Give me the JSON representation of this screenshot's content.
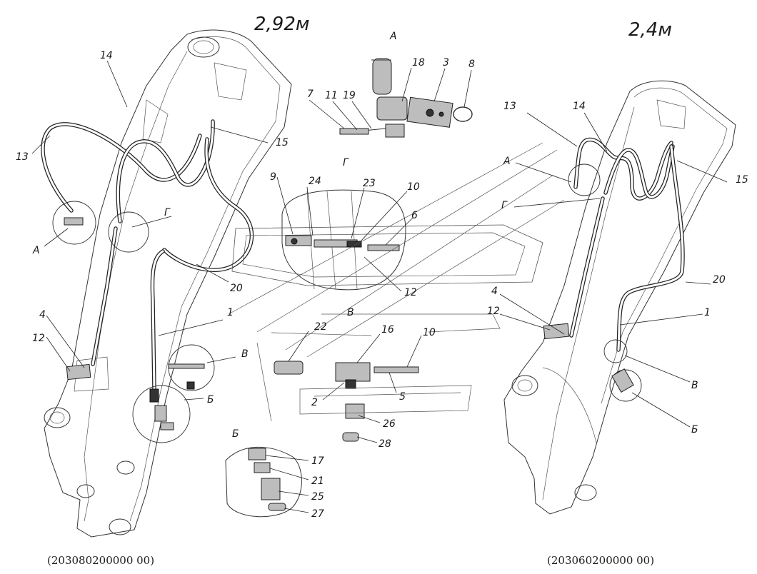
{
  "titles": {
    "left": "2,92м",
    "right": "2,4м"
  },
  "codes": {
    "left": "(203080200000 00)",
    "right": "(203060200000 00)"
  },
  "callouts": [
    {
      "id": "l14",
      "text": "14"
    },
    {
      "id": "l13",
      "text": "13"
    },
    {
      "id": "l15",
      "text": "15"
    },
    {
      "id": "lG",
      "text": "Г"
    },
    {
      "id": "lA",
      "text": "А"
    },
    {
      "id": "l20",
      "text": "20"
    },
    {
      "id": "l1",
      "text": "1"
    },
    {
      "id": "l4",
      "text": "4"
    },
    {
      "id": "l12",
      "text": "12"
    },
    {
      "id": "lV",
      "text": "В"
    },
    {
      "id": "lB",
      "text": "Б"
    },
    {
      "id": "dA",
      "text": "А"
    },
    {
      "id": "d18",
      "text": "18"
    },
    {
      "id": "d3",
      "text": "3"
    },
    {
      "id": "d8",
      "text": "8"
    },
    {
      "id": "d7",
      "text": "7"
    },
    {
      "id": "d11",
      "text": "11"
    },
    {
      "id": "d19",
      "text": "19"
    },
    {
      "id": "dG",
      "text": "Г"
    },
    {
      "id": "d9",
      "text": "9"
    },
    {
      "id": "d24",
      "text": "24"
    },
    {
      "id": "d23",
      "text": "23"
    },
    {
      "id": "d10a",
      "text": "10"
    },
    {
      "id": "d6",
      "text": "6"
    },
    {
      "id": "d12",
      "text": "12"
    },
    {
      "id": "dVt",
      "text": "В"
    },
    {
      "id": "d22",
      "text": "22"
    },
    {
      "id": "d16",
      "text": "16"
    },
    {
      "id": "d10b",
      "text": "10"
    },
    {
      "id": "d2",
      "text": "2"
    },
    {
      "id": "d5",
      "text": "5"
    },
    {
      "id": "d26",
      "text": "26"
    },
    {
      "id": "d28",
      "text": "28"
    },
    {
      "id": "dB",
      "text": "Б"
    },
    {
      "id": "d17",
      "text": "17"
    },
    {
      "id": "d21",
      "text": "21"
    },
    {
      "id": "d25",
      "text": "25"
    },
    {
      "id": "d27",
      "text": "27"
    },
    {
      "id": "r13",
      "text": "13"
    },
    {
      "id": "r14",
      "text": "14"
    },
    {
      "id": "rA",
      "text": "А"
    },
    {
      "id": "r15",
      "text": "15"
    },
    {
      "id": "rG",
      "text": "Г"
    },
    {
      "id": "r20",
      "text": "20"
    },
    {
      "id": "r4",
      "text": "4"
    },
    {
      "id": "r12",
      "text": "12"
    },
    {
      "id": "r1",
      "text": "1"
    },
    {
      "id": "rV",
      "text": "В"
    },
    {
      "id": "rB",
      "text": "Б"
    }
  ]
}
